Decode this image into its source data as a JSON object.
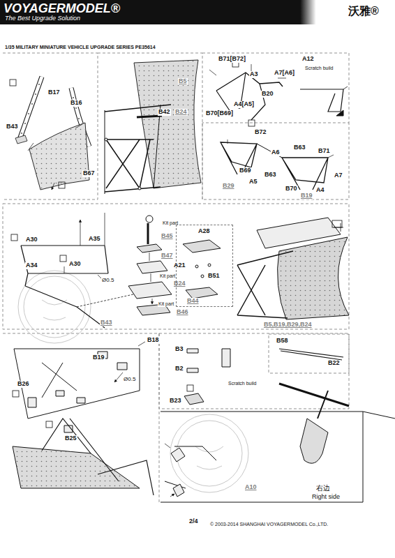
{
  "diagram": {
    "title": "1/35 MILITARY MINIATURE VEHICLE UPGRADE SERIES PE35614",
    "nodes": [
      {
        "text": [
          "VOYAGERMODEL®",
          "The Best Upgrade Solution",
          "沃雅®"
        ]
      },
      {
        "text": [
          "A28",
          "B51",
          "B44"
        ]
      },
      {
        "text": [
          "B3",
          "B2",
          "Scratch build",
          "B23"
        ]
      },
      {
        "text": [
          "B58",
          "B22"
        ],
        "in": 2
      }
    ],
    "labels": [
      "B17",
      "B16",
      "B43",
      "B67",
      "B5",
      "B42",
      "B24",
      "B71[B72]",
      "A3",
      "A7[A6]",
      "A12",
      "Scratch build",
      "B20",
      "A4[A5]",
      "B70[B69]",
      "B72",
      "B71",
      "B63",
      "A6",
      "B69",
      "A5",
      "B63",
      "A7",
      "B70",
      "A4",
      "B29",
      "B19",
      "A30",
      "A35",
      "A34",
      "A30",
      "Ø0.5",
      "Kit part",
      "B45",
      "B47",
      "A21",
      "Kit part",
      "B24",
      "B43",
      "Kit part",
      "B46",
      "B5,B19,B29,B24",
      "B18",
      "B19",
      "Ø0.5",
      "B26",
      "B25",
      "右边",
      "Right side",
      "A10",
      "2/4",
      "© 2003-2014 SHANGHAI VOYAGERMODEL Co.,LTD."
    ]
  }
}
